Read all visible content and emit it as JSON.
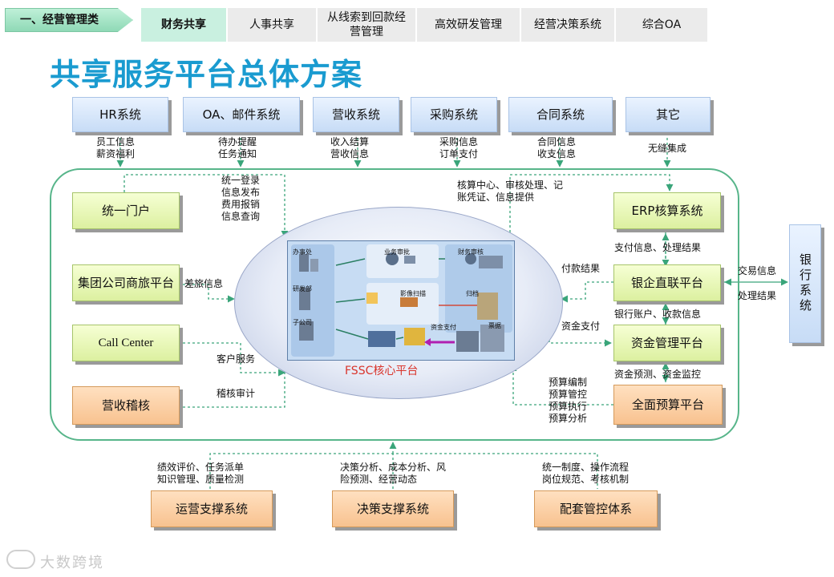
{
  "nav": {
    "section": "一、经营管理类",
    "tabs": [
      {
        "label": "财务共享",
        "active": true
      },
      {
        "label": "人事共享",
        "active": false
      },
      {
        "label": "从线索到回款经营管理",
        "active": false
      },
      {
        "label": "高效研发管理",
        "active": false
      },
      {
        "label": "经营决策系统",
        "active": false
      },
      {
        "label": "综合OA",
        "active": false
      }
    ]
  },
  "title": "共享服务平台总体方案",
  "sources": [
    {
      "name": "HR系统",
      "desc": "员工信息\n薪资福利"
    },
    {
      "name": "OA、邮件系统",
      "desc": "待办提醒\n任务通知"
    },
    {
      "name": "营收系统",
      "desc": "收入结算\n营收信息"
    },
    {
      "name": "采购系统",
      "desc": "采购信息\n订单支付"
    },
    {
      "name": "合同系统",
      "desc": "合同信息\n收支信息"
    },
    {
      "name": "其它",
      "desc": "无缝集成"
    }
  ],
  "left_modules": [
    "统一门户",
    "集团公司商旅平台",
    "Call  Center",
    "营收稽核"
  ],
  "left_labels": {
    "portal": "统一登录\n信息发布\n费用报销\n信息查询",
    "travel": "差旅信息",
    "call": "客户服务",
    "audit": "稽核审计"
  },
  "right_modules": [
    "ERP核算系统",
    "银企直联平台",
    "资金管理平台",
    "全面预算平台"
  ],
  "right_labels": {
    "erp_in": "核算中心、审核处理、记\n账凭证、信息提供",
    "erp_bank": "支付信息、处理结果",
    "pay_result": "付款结果",
    "bank_fund": "银行账户、收款信息",
    "fund_pay": "资金支付",
    "fund_budget": "资金预测、资金监控",
    "budget": "预算编制\n预算管控\n预算执行\n预算分析"
  },
  "bank": {
    "name": "银行系统",
    "label_in": "交易信息",
    "label_out": "处理结果"
  },
  "core": {
    "label": "FSSC核心平台",
    "nodes": [
      "办事处",
      "研发部",
      "子公司",
      "业务审批",
      "财务审核",
      "影像扫描",
      "归档",
      "资金支付",
      "票据"
    ]
  },
  "bottom": [
    {
      "name": "运营支撑系统",
      "desc": "绩效评价、任务派单\n知识管理、质量检测"
    },
    {
      "name": "决策支撑系统",
      "desc": "决策分析、成本分析、风\n险预测、经营动态"
    },
    {
      "name": "配套管控体系",
      "desc": "统一制度、操作流程\n岗位规范、考核机制"
    }
  ],
  "watermark": "大数跨境",
  "colors": {
    "title": "#1a9bd0",
    "connector": "#57b58a",
    "core_label": "#d9342b"
  }
}
